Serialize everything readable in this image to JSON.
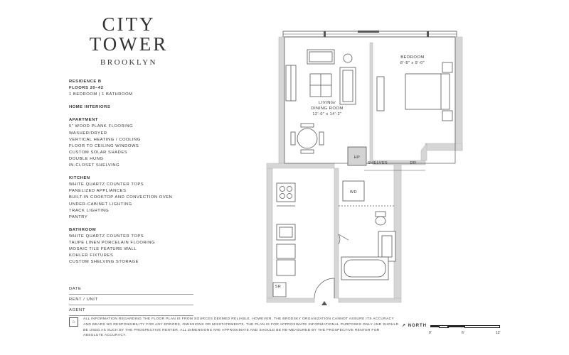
{
  "brand": {
    "line1": "CITY",
    "line2": "TOWER",
    "line3": "BROOKLYN"
  },
  "residence": {
    "name": "RESIDENCE B",
    "floors": "FLOORS 20–42",
    "layout": "1 BEDROOM | 1 BATHROOM"
  },
  "home_interiors_title": "HOME INTERIORS",
  "apartment": {
    "title": "APARTMENT",
    "items": [
      "5\" WOOD PLANK FLOORING",
      "WASHER/DRYER",
      "VERTICAL HEATING / COOLING",
      "FLOOR TO CEILING WINDOWS",
      "CUSTOM SOLAR SHADES",
      "DOUBLE HUNG",
      "IN-CLOSET SHELVING"
    ]
  },
  "kitchen": {
    "title": "KITCHEN",
    "items": [
      "WHITE QUARTZ COUNTER TOPS",
      "PANELIZED APPLIANCES",
      "BUILT-IN COOKTOP AND CONVECTION OVEN",
      "UNDER-CABINET LIGHTING",
      "TRACK LIGHTING",
      "PANTRY"
    ]
  },
  "bathroom": {
    "title": "BATHROOM",
    "items": [
      "WHITE QUARTZ COUNTER TOPS",
      "TAUPE LINEN PORCELAIN FLOORING",
      "MOSAIC TILE FEATURE WALL",
      "KOHLER FIXTURES",
      "CUSTOM SHELVING STORAGE"
    ]
  },
  "form_fields": {
    "date": "DATE",
    "rent_unit": "RENT / UNIT",
    "agent": "AGENT"
  },
  "disclaimer": "All information regarding the floor plan is from sources deemed reliable. However, The Brodsky Organization cannot assure its accuracy and bears no responsibility for any errors, omissions or misstatements. The plan is for approximate informational purposes only and should be used as such by the prospective renter. All dimensions are approximate and should be re-measured by the prospective renter for absolute accuracy.",
  "north_label": "↗ NORTH",
  "scale": {
    "labels": [
      "0'",
      "6'",
      "12'"
    ]
  },
  "plan": {
    "bedroom": {
      "name": "BEDROOM",
      "dims": "8'-8\" x 9'-0\""
    },
    "living": {
      "name_line1": "LIVING/",
      "name_line2": "DINING ROOM",
      "dims": "12'-0\" x 14'-2\""
    },
    "labels": {
      "hp": "HP",
      "shelves": "SHELVES",
      "dr": "DR",
      "wd": "WD",
      "sr": "SR"
    }
  },
  "colors": {
    "wall": "#d6d6d6",
    "wall_edge": "#b8b8b8",
    "line": "#555555",
    "hp_fill": "#d3d3d3"
  },
  "icons": [
    "equal-housing-opportunity-icon",
    "north-arrow-icon"
  ]
}
